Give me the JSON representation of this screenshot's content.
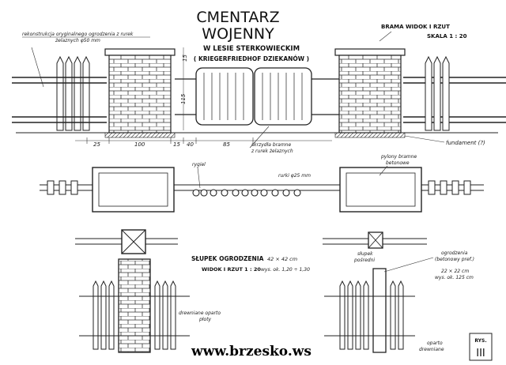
{
  "title": {
    "line1": "CMENTARZ",
    "line2": "WOJENNY",
    "line3": "W LESIE STERKOWIECKIM",
    "line4": "( KRIEGERFRIEDHOF DZIEKANÓW )"
  },
  "top_labels": {
    "reconstruction": "rekonstrukcja oryginalnego ogrodzenia z rurek",
    "pipes": "żelaznych φ50 mm",
    "gate_title": "BRAMA   WIDOK  I  RZUT",
    "scale": "SKALA  1 : 20",
    "gate_leaves": "skrzydła bramne",
    "gate_leaves2": "z rurek żelaznych",
    "foundation": "fundament (?)"
  },
  "dimensions": [
    "25",
    "100",
    "15",
    "40",
    "85",
    "115",
    "15"
  ],
  "plan_labels": {
    "rugiel": "rygiel",
    "pipes": "rurki φ25 mm",
    "pillars": "pylony bramne",
    "pillars2": "betonowe"
  },
  "post_section": {
    "title": "SŁUPEK  OGRODZENIA",
    "size": "42 × 42 cm",
    "view": "WIDOK  I  RZUT     1 : 20",
    "height": "wys. ok. 1,20 ÷ 1,30",
    "wood_fence": "drewniane oparto",
    "wood_fence2": "płoty",
    "intermediate": "słupek",
    "intermediate2": "pośredni",
    "fence_label": "ogrodzenia",
    "fence_label2": "(betonowy pref.)",
    "small_size": "22 × 22 cm",
    "small_height": "wys. ok. 125 cm",
    "wood2": "oparto",
    "wood2b": "drewniane"
  },
  "figure_tag": {
    "label": "RYS.",
    "number": "III"
  },
  "website": "www.brzesko.ws"
}
